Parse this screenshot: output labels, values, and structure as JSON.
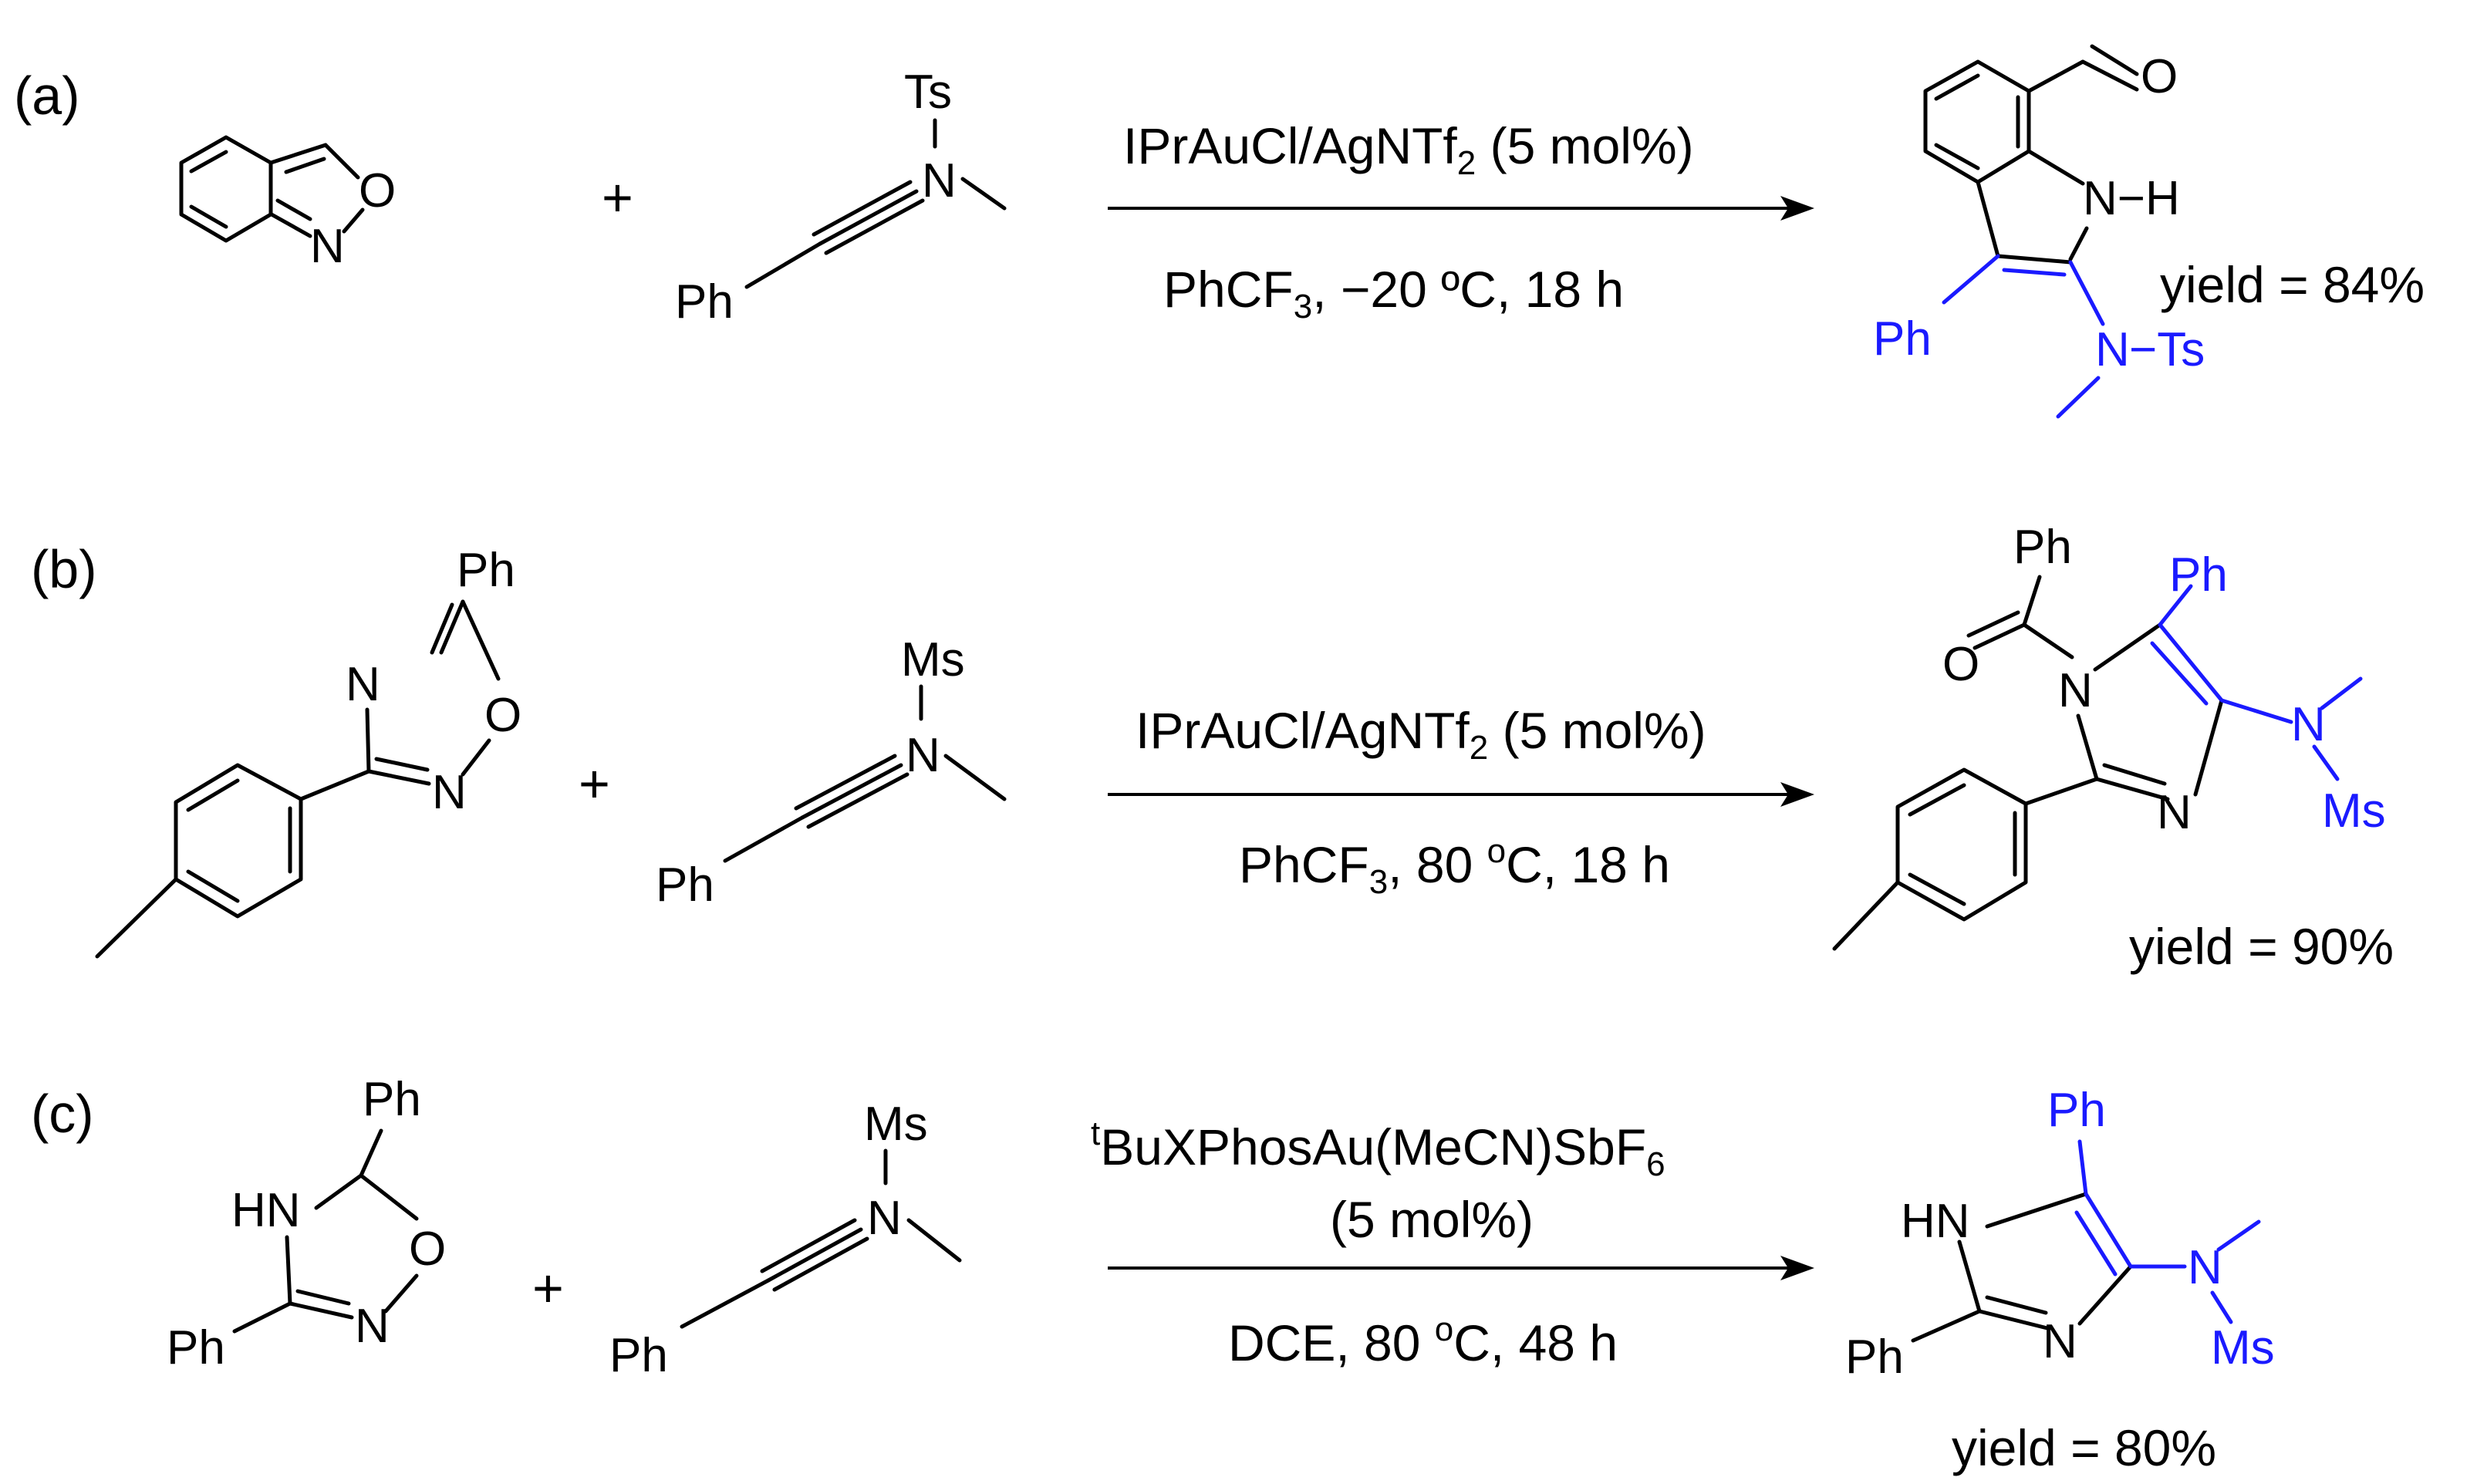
{
  "colors": {
    "ink": "#000000",
    "highlight": "#1a1aff"
  },
  "plus": "+",
  "a": {
    "part": "(a)",
    "r1": {
      "O": "O",
      "N": "N"
    },
    "r2": {
      "Ts": "Ts",
      "N": "N",
      "Ph": "Ph"
    },
    "cond_top": {
      "main": "IPrAuCl/AgNTf",
      "sub": "2",
      "tail": " (5 mol%)"
    },
    "cond_bottom": {
      "pre": "PhCF",
      "sub": "3",
      "tail": ",  −20 ºC, 18 h"
    },
    "product": {
      "O": "O",
      "NH": "N−H",
      "Ph": "Ph",
      "N": "N",
      "Ts": "−Ts"
    },
    "yield": "yield = 84%"
  },
  "b": {
    "part": "(b)",
    "r1": {
      "Ph": "Ph",
      "N_top": "N",
      "O": "O",
      "N_bot": "N"
    },
    "r2": {
      "Ms": "Ms",
      "N": "N",
      "Ph": "Ph"
    },
    "cond_top": {
      "main": "IPrAuCl/AgNTf",
      "sub": "2",
      "tail": " (5 mol%)"
    },
    "cond_bottom": {
      "pre": "PhCF",
      "sub": "3",
      "tail": ", 80 ",
      "sup": "o",
      "tail2": "C, 18 h"
    },
    "product": {
      "Ph_top": "Ph",
      "Ph_blue": "Ph",
      "O": "O",
      "N1": "N",
      "N3": "N",
      "N_blue": "N",
      "Ms": "Ms"
    },
    "yield": "yield = 90%"
  },
  "c": {
    "part": "(c)",
    "r1": {
      "Ph_top": "Ph",
      "HN": "HN",
      "O": "O",
      "N": "N",
      "Ph_bot": "Ph"
    },
    "r2": {
      "Ms": "Ms",
      "N": "N",
      "Ph": "Ph"
    },
    "cond_top": {
      "sup": "t",
      "main": "BuXPhosAu(MeCN)SbF",
      "sub": "6"
    },
    "cond_mid": "(5 mol%)",
    "cond_bottom": {
      "pre": "DCE, 80 ",
      "sup": "o",
      "tail": "C, 48 h"
    },
    "product": {
      "Ph_blue": "Ph",
      "HN": "HN",
      "N3": "N",
      "Ph_bot": "Ph",
      "N_blue": "N",
      "Ms": "Ms"
    },
    "yield": "yield = 80%"
  }
}
